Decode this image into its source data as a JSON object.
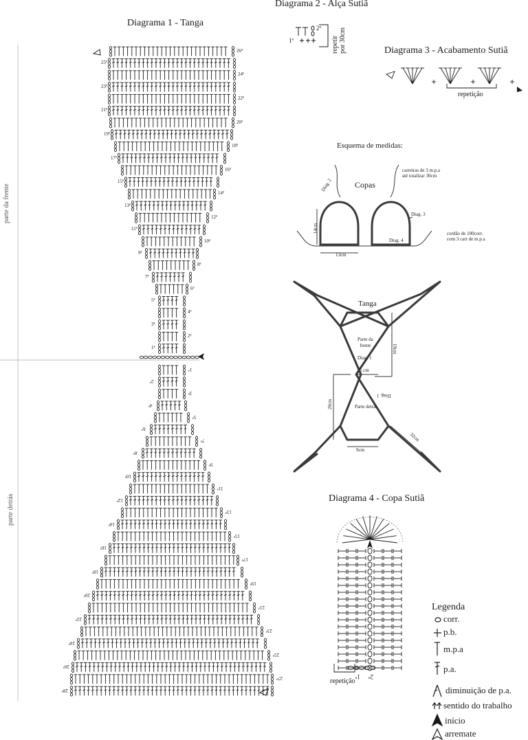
{
  "diagram1": {
    "title": "Diagrama 1 - Tanga",
    "side_front": "parte da frente",
    "side_back": "parte detrás",
    "front_rows": [
      "1ª",
      "2ª",
      "3ª",
      "4ª",
      "5ª",
      "6ª",
      "7ª",
      "8ª",
      "9ª",
      "10ª",
      "11ª",
      "12ª",
      "13ª",
      "14ª",
      "15ª",
      "16ª",
      "17ª",
      "18ª",
      "19ª",
      "20ª",
      "21ª",
      "22ª",
      "23ª",
      "24ª",
      "25ª",
      "26ª"
    ],
    "back_rows": [
      "1ª",
      "2ª",
      "3ª",
      "4ª",
      "5ª",
      "6ª",
      "7ª",
      "8ª",
      "9ª",
      "10ª",
      "11ª",
      "12ª",
      "13ª",
      "14ª",
      "15ª",
      "16ª",
      "17ª",
      "18ª",
      "19ª",
      "20ª",
      "21ª",
      "22ª",
      "23ª",
      "24ª",
      "25ª",
      "26ª",
      "27ª",
      "28ª"
    ]
  },
  "diagram2": {
    "title": "Diagrama 2 - Alça Sutiã",
    "row1": "1ª",
    "row2": "2ª",
    "note_line1": "repetir",
    "note_line2": "por 30cm"
  },
  "diagram3": {
    "title": "Diagrama 3 - Acabamento Sutiã",
    "repeat": "repetição"
  },
  "measures": {
    "title": "Esquema de medidas:",
    "copas": "Copas",
    "diag2": "Diag. 2",
    "diag3": "Diag. 3",
    "diag4": "Diag. 4",
    "straps_line1": "carreiras de 3 m.p.a",
    "straps_line2": "até totalizar 30cm",
    "cord_line1": "cordão de 100corr.",
    "cord_line2": "com 3 carr de m.p.a",
    "cup_height": "14cm",
    "cup_width": "13cm",
    "tanga": "Tanga",
    "front_line1": "Parte da",
    "front_line2": "frente",
    "diag1": "Diag. 1",
    "diag1_inv": "Diag. 1",
    "five_cm": "5 cm",
    "back": "Parte detrás",
    "h19": "19cm",
    "h20": "20cm",
    "w9": "9cm",
    "w32": "32cm"
  },
  "diagram4": {
    "title": "Diagrama 4 - Copa Sutiã",
    "repeat": "repetição",
    "row1": "1ª",
    "row2": "2ª"
  },
  "legend": {
    "title": "Legenda",
    "items": [
      {
        "icon": "chain-icon",
        "label": "corr."
      },
      {
        "icon": "single-crochet-icon",
        "label": "p.b."
      },
      {
        "icon": "half-double-crochet-icon",
        "label": "m.p.a"
      },
      {
        "icon": "double-crochet-icon",
        "label": "p.a."
      },
      {
        "icon": "decrease-icon",
        "label": "diminuição de p.a."
      },
      {
        "icon": "direction-arrows-icon",
        "label": "sentido do trabalho"
      },
      {
        "icon": "start-arrow-icon",
        "label": "início"
      },
      {
        "icon": "finish-arrow-icon",
        "label": "arremate"
      }
    ]
  },
  "colors": {
    "ink": "#1a1a1a",
    "shape": "#3a3a3a",
    "guide": "#bfbfbf"
  }
}
